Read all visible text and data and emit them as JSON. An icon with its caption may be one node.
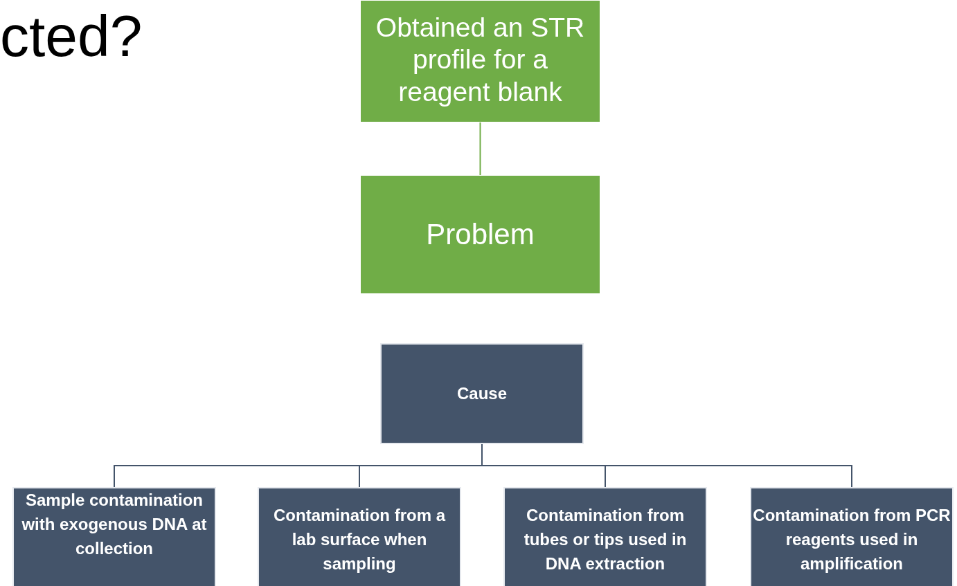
{
  "diagram": {
    "title": "cted?",
    "nodes": [
      {
        "text": [
          "Obtained an STR profile for a reagent blank"
        ]
      },
      {
        "text": [
          "Problem"
        ]
      },
      {
        "text": [
          "Cause"
        ]
      },
      {
        "text": [
          "Sample contamination with exogenous DNA at collection"
        ]
      },
      {
        "text": [
          "Contamination from a lab surface when sampling"
        ]
      },
      {
        "text": [
          "Contamination from tubes or tips used in DNA extraction"
        ]
      },
      {
        "text": [
          "Contamination from PCR reagents used in amplification"
        ]
      }
    ],
    "edges": [
      {
        "from": 0,
        "to": 1,
        "arrow": "none",
        "color": "#70ad47"
      },
      {
        "from": 2,
        "to": 3,
        "arrow": "none"
      },
      {
        "from": 2,
        "to": 4,
        "arrow": "none"
      },
      {
        "from": 2,
        "to": 5,
        "arrow": "none"
      },
      {
        "from": 2,
        "to": 6,
        "arrow": "none"
      }
    ]
  }
}
